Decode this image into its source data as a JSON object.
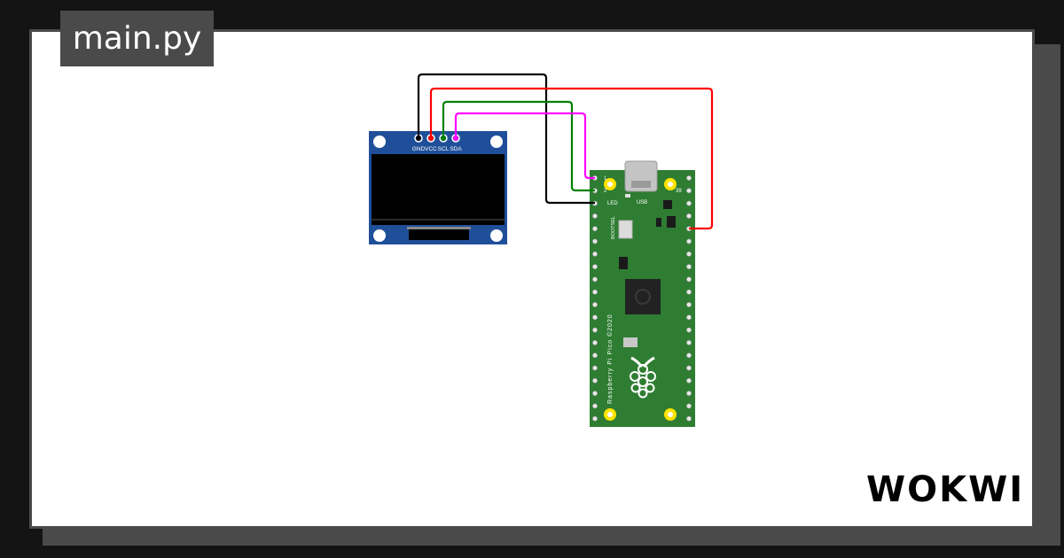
{
  "file_tab": {
    "label": "main.py"
  },
  "oled": {
    "pins": [
      "GND",
      "VCC",
      "SCL",
      "SDA"
    ],
    "screen_color": "#000000",
    "board_color": "#1f4f99"
  },
  "pico": {
    "board_color": "#2e7d32",
    "usb_label": "USB",
    "led_label": "LED",
    "bootsel_label": "BOOTSEL",
    "pin_1_label": "1",
    "pin_2_label": "2",
    "pin_39_label": "39",
    "silk_text": "Raspberry Pi Pico ©2020"
  },
  "wires": [
    {
      "from": "GND",
      "color": "#000000"
    },
    {
      "from": "VCC",
      "color": "#ff0000"
    },
    {
      "from": "SCL",
      "color": "#008000"
    },
    {
      "from": "SDA",
      "color": "#ff00ff"
    }
  ],
  "brand": {
    "logo_text": "WOKWI"
  }
}
